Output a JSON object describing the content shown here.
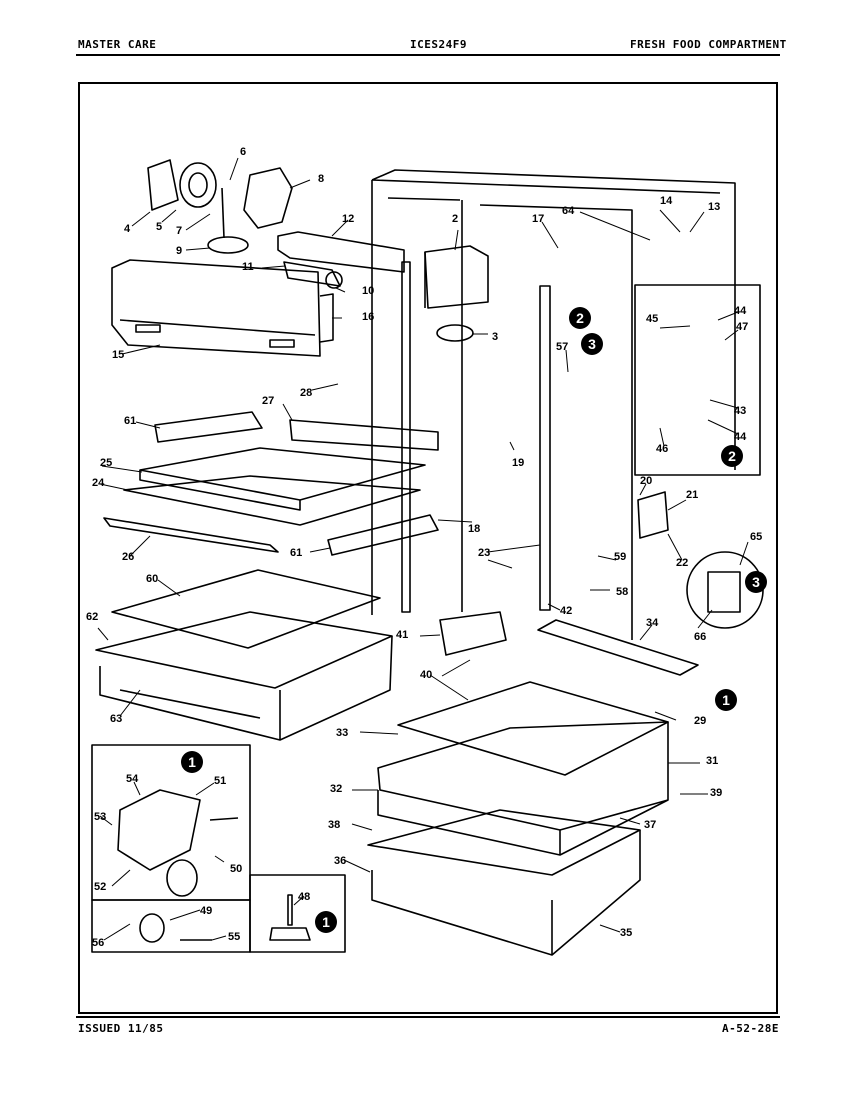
{
  "header": {
    "left": "MASTER CARE",
    "center": "ICES24F9",
    "right": "FRESH FOOD COMPARTMENT"
  },
  "footer": {
    "left": "ISSUED 11/85",
    "right": "A-52-28E"
  },
  "callouts": [
    "2",
    "3",
    "4",
    "5",
    "6",
    "7",
    "8",
    "9",
    "10",
    "11",
    "12",
    "13",
    "14",
    "15",
    "16",
    "17",
    "18",
    "19",
    "20",
    "21",
    "22",
    "23",
    "24",
    "25",
    "26",
    "27",
    "28",
    "29",
    "31",
    "32",
    "33",
    "34",
    "35",
    "36",
    "37",
    "38",
    "39",
    "40",
    "41",
    "42",
    "43",
    "44",
    "44",
    "45",
    "46",
    "47",
    "48",
    "49",
    "50",
    "51",
    "52",
    "53",
    "54",
    "55",
    "56",
    "57",
    "58",
    "59",
    "60",
    "61",
    "61",
    "62",
    "63",
    "64",
    "65",
    "66"
  ],
  "circled_callouts": [
    "1",
    "1",
    "1",
    "2",
    "2",
    "3",
    "3"
  ]
}
